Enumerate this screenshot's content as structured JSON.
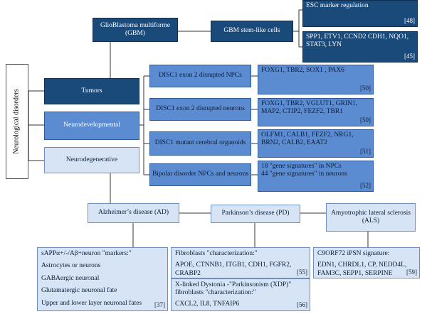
{
  "root": "Neurological disorders",
  "categories": {
    "tumors": "Tumors",
    "neurodevelopmental": "Neurodevelopmental",
    "neurodegenerative": "Neurodegenerative"
  },
  "gbm": {
    "title": "GlioBlastoma multiforme (GBM)",
    "stem_cells": "GBM stem-like cells",
    "esc": {
      "text": "ESC marker regulation",
      "ref": "[48]"
    },
    "markers": {
      "text": "SPP1, ETV1, CCND2 CDH1, NQO1, STAT3, LYN",
      "ref": "[45]"
    }
  },
  "neurodev": [
    {
      "label": "DISC1 exon 2 disrupted NPCs",
      "detail": "FOXG1, TBR2, SOX1 , PAX6",
      "ref": "[50]"
    },
    {
      "label": "DISC1 exon 2 disrupted neurons",
      "detail": "FOXG1, TBR2, VGLUT1, GRIN1, MAP2, CTIP2, FEZF2, TBR1",
      "ref": "[50]"
    },
    {
      "label": "DISC1 mutant cerebral organoids",
      "detail": "OLFM1, CALB1, FEZF2, NRG1, BRN2, CALB2, EAAT2",
      "ref": "[51]"
    },
    {
      "label": "Bipolar disorder NPCs and neurons",
      "detail_lines": [
        "18 \"gene signatures\" in NPCs",
        "44 \"gene signatures\" in neurons"
      ],
      "ref": "[52]"
    }
  ],
  "diseases": {
    "ad": "Alzheimer’s disease (AD)",
    "pd": "Parkinson’s disease (PD)",
    "als": "Amyotrophic lateral sclerosis (ALS)"
  },
  "ad_detail": {
    "items": [
      "sAPPα+/-/Aβ+neuron \"markers:\"",
      "Astrocytes or neurons",
      "GABAergic neuronal",
      "Glutamatergic neuronal fate",
      "Upper and lower layer neuronal fates"
    ],
    "ref": "[37]"
  },
  "pd_detail": {
    "fib_title": "Fibroblasts \"characterization:\"",
    "fib_genes": "APOE, CTNNB1, ITGB1, CDH1, FGFR2, CRABP2",
    "fib_ref": "[55]",
    "xdp_title": "X-linked Dystonia -\"Parkinsonism (XDP)\" fibroblasts \"characterization:\"",
    "xdp_genes": "CXCL2, IL8, TNFAIP6",
    "xdp_ref": "[56]"
  },
  "als_detail": {
    "title": "C9ORF72 iPSN signature:",
    "genes": "EDN1, CHRDL1, CP, NEDD4L, FAM3C, SEPP1, SERPINE",
    "ref": "[59]"
  }
}
